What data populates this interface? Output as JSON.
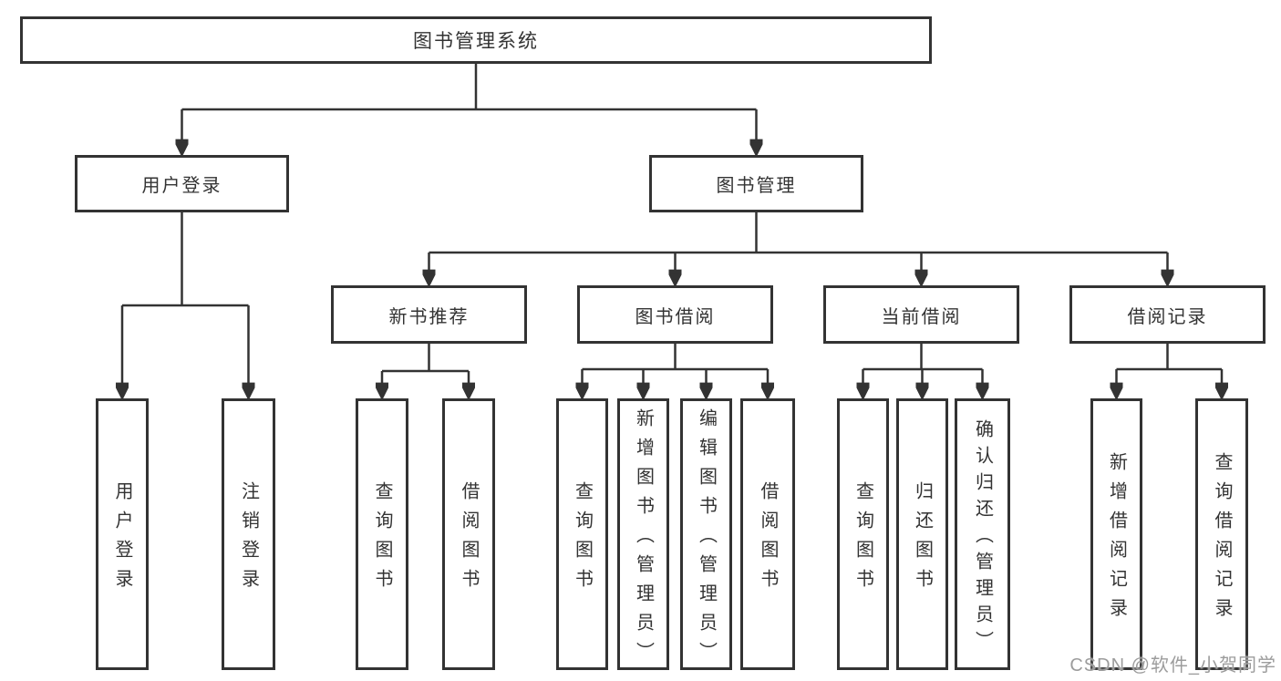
{
  "tree": {
    "root": "图书管理系统",
    "branches": [
      {
        "label": "用户登录",
        "children": [
          "用户登录",
          "注销登录"
        ]
      },
      {
        "label": "图书管理",
        "groups": [
          {
            "label": "新书推荐",
            "children": [
              "查询图书",
              "借阅图书"
            ]
          },
          {
            "label": "图书借阅",
            "children": [
              "查询图书",
              "新增图书（管理员）",
              "编辑图书（管理员）",
              "借阅图书"
            ]
          },
          {
            "label": "当前借阅",
            "children": [
              "查询图书",
              "归还图书",
              "确认归还（管理员）"
            ]
          },
          {
            "label": "借阅记录",
            "children": [
              "新增借阅记录",
              "查询借阅记录"
            ]
          }
        ]
      }
    ]
  },
  "watermark": "CSDN @软件_小贺同学",
  "colors": {
    "line": "#333333",
    "text": "#333333",
    "watermark": "#9c9c9c",
    "background": "#ffffff"
  }
}
